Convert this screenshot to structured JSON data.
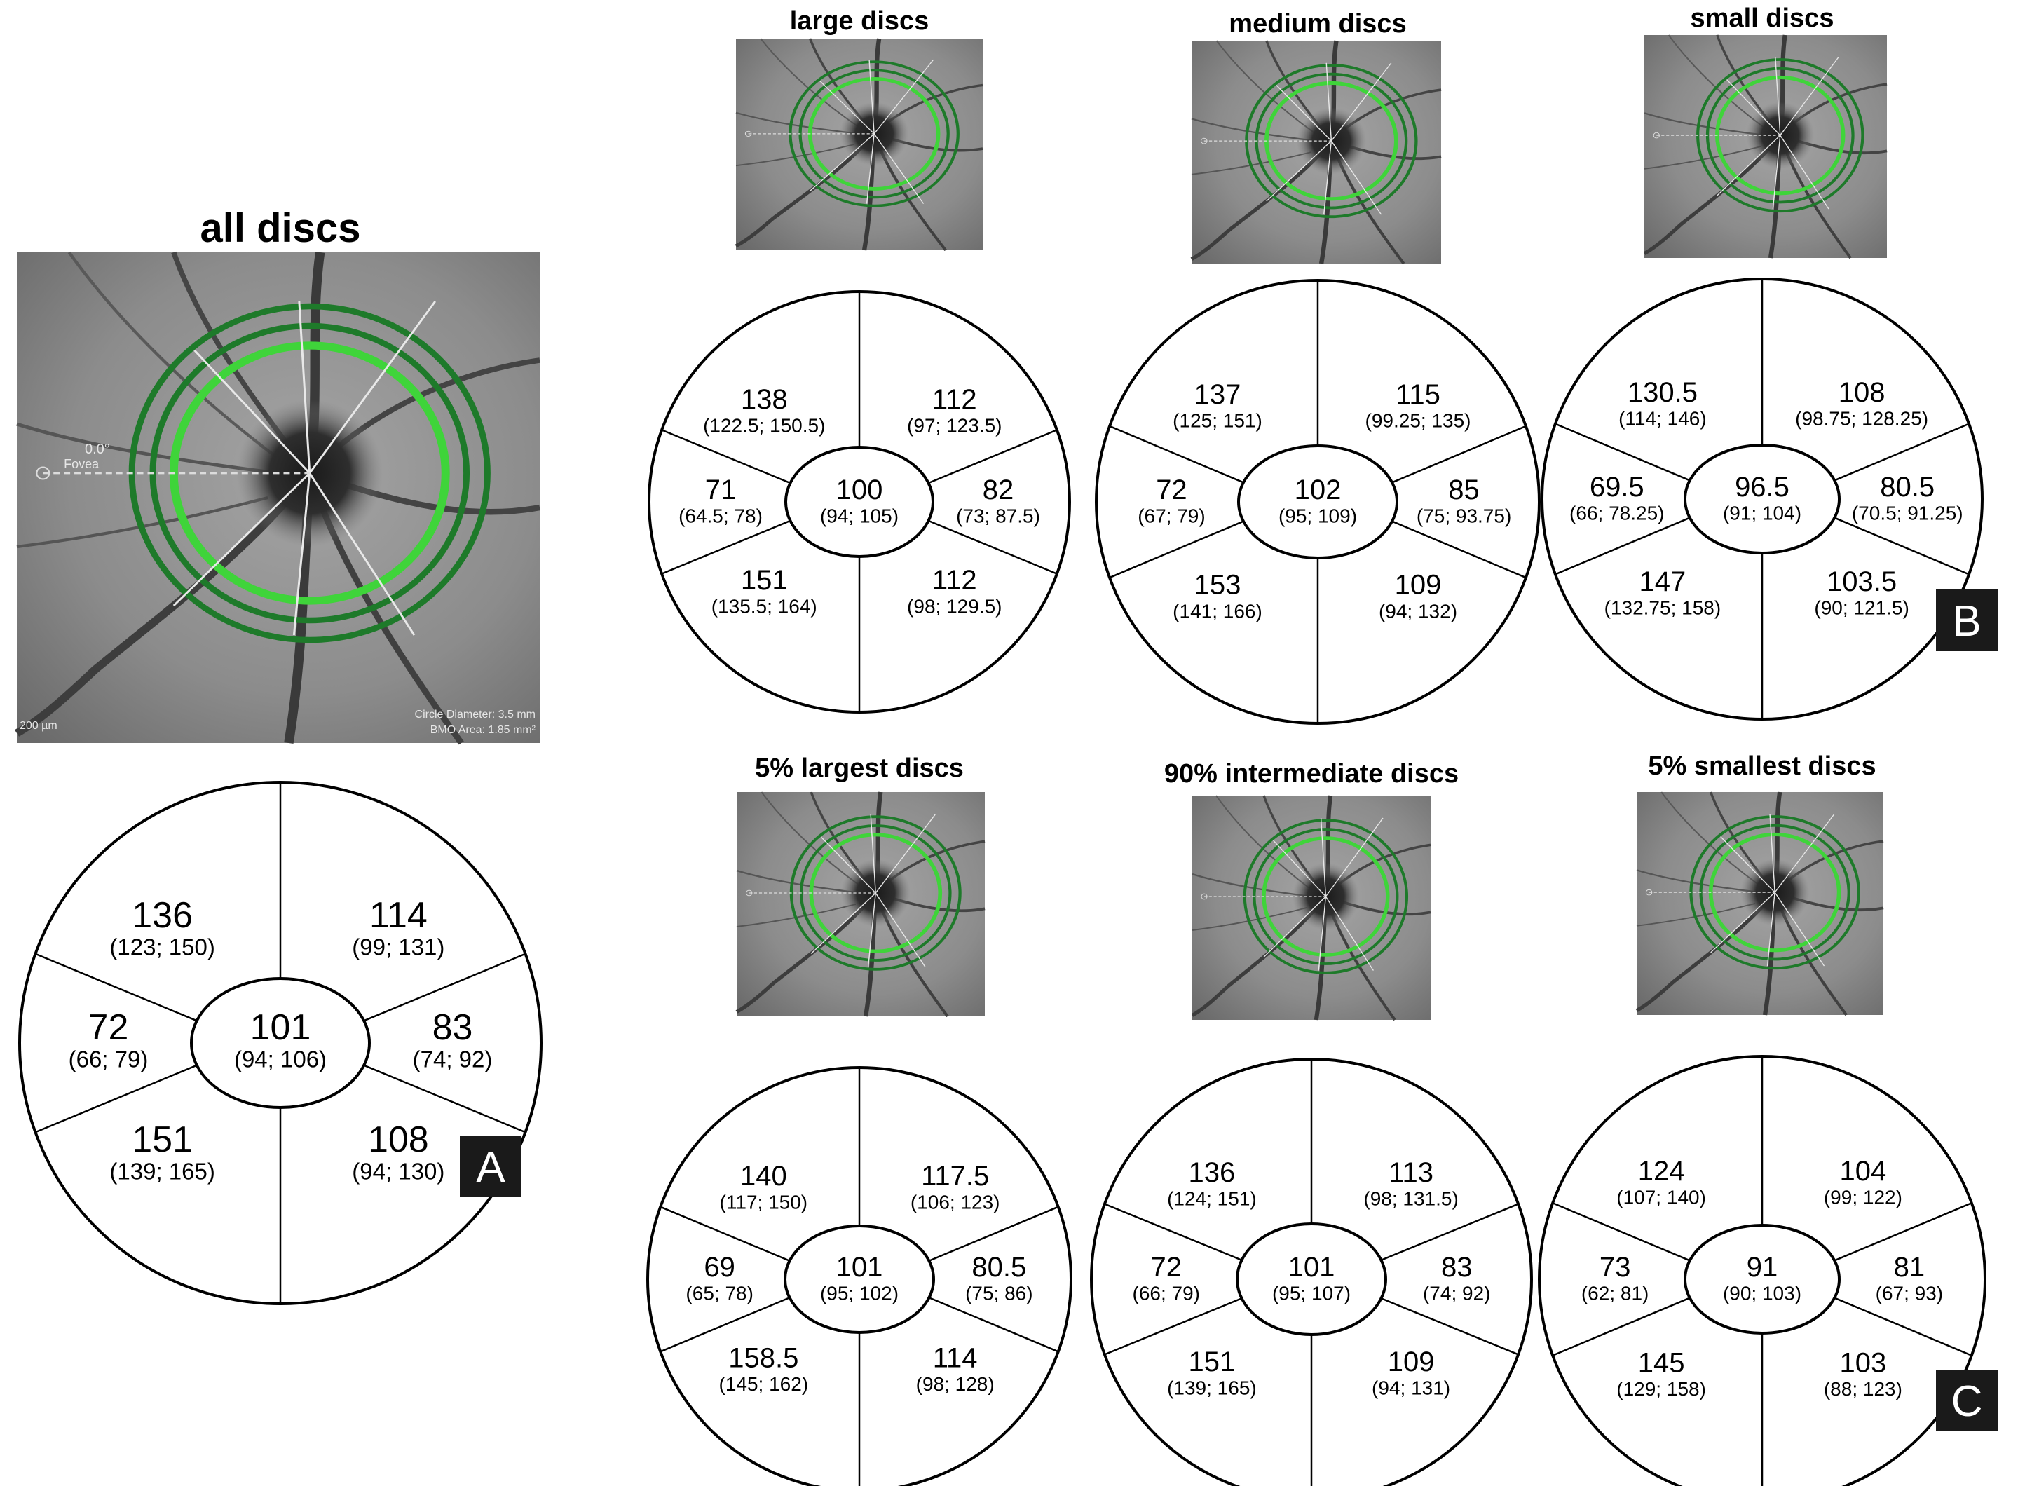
{
  "panels": [
    {
      "title": "all discs",
      "sectors": {
        "NS": {
          "value": "136",
          "iqr": "(123; 150)"
        },
        "TS": {
          "value": "114",
          "iqr": "(99; 131)"
        },
        "N": {
          "value": "72",
          "iqr": "(66; 79)"
        },
        "T": {
          "value": "83",
          "iqr": "(74; 92)"
        },
        "NI": {
          "value": "151",
          "iqr": "(139; 165)"
        },
        "TI": {
          "value": "108",
          "iqr": "(94; 130)"
        },
        "G": {
          "value": "101",
          "iqr": "(94; 106)"
        }
      }
    },
    {
      "title": "large discs",
      "sectors": {
        "NS": {
          "value": "138",
          "iqr": "(122.5; 150.5)"
        },
        "TS": {
          "value": "112",
          "iqr": "(97; 123.5)"
        },
        "N": {
          "value": "71",
          "iqr": "(64.5; 78)"
        },
        "T": {
          "value": "82",
          "iqr": "(73; 87.5)"
        },
        "NI": {
          "value": "151",
          "iqr": "(135.5; 164)"
        },
        "TI": {
          "value": "112",
          "iqr": "(98; 129.5)"
        },
        "G": {
          "value": "100",
          "iqr": "(94; 105)"
        }
      }
    },
    {
      "title": "medium discs",
      "sectors": {
        "NS": {
          "value": "137",
          "iqr": "(125; 151)"
        },
        "TS": {
          "value": "115",
          "iqr": "(99.25; 135)"
        },
        "N": {
          "value": "72",
          "iqr": "(67; 79)"
        },
        "T": {
          "value": "85",
          "iqr": "(75; 93.75)"
        },
        "NI": {
          "value": "153",
          "iqr": "(141; 166)"
        },
        "TI": {
          "value": "109",
          "iqr": "(94; 132)"
        },
        "G": {
          "value": "102",
          "iqr": "(95; 109)"
        }
      }
    },
    {
      "title": "small discs",
      "sectors": {
        "NS": {
          "value": "130.5",
          "iqr": "(114; 146)"
        },
        "TS": {
          "value": "108",
          "iqr": "(98.75; 128.25)"
        },
        "N": {
          "value": "69.5",
          "iqr": "(66; 78.25)"
        },
        "T": {
          "value": "80.5",
          "iqr": "(70.5; 91.25)"
        },
        "NI": {
          "value": "147",
          "iqr": "(132.75; 158)"
        },
        "TI": {
          "value": "103.5",
          "iqr": "(90; 121.5)"
        },
        "G": {
          "value": "96.5",
          "iqr": "(91; 104)"
        }
      }
    },
    {
      "title": "5% largest discs",
      "sectors": {
        "NS": {
          "value": "140",
          "iqr": "(117; 150)"
        },
        "TS": {
          "value": "117.5",
          "iqr": "(106; 123)"
        },
        "N": {
          "value": "69",
          "iqr": "(65; 78)"
        },
        "T": {
          "value": "80.5",
          "iqr": "(75; 86)"
        },
        "NI": {
          "value": "158.5",
          "iqr": "(145; 162)"
        },
        "TI": {
          "value": "114",
          "iqr": "(98; 128)"
        },
        "G": {
          "value": "101",
          "iqr": "(95; 102)"
        }
      }
    },
    {
      "title": "90% intermediate discs",
      "sectors": {
        "NS": {
          "value": "136",
          "iqr": "(124; 151)"
        },
        "TS": {
          "value": "113",
          "iqr": "(98; 131.5)"
        },
        "N": {
          "value": "72",
          "iqr": "(66; 79)"
        },
        "T": {
          "value": "83",
          "iqr": "(74; 92)"
        },
        "NI": {
          "value": "151",
          "iqr": "(139; 165)"
        },
        "TI": {
          "value": "109",
          "iqr": "(94; 131)"
        },
        "G": {
          "value": "101",
          "iqr": "(95; 107)"
        }
      }
    },
    {
      "title": "5% smallest discs",
      "sectors": {
        "NS": {
          "value": "124",
          "iqr": "(107; 140)"
        },
        "TS": {
          "value": "104",
          "iqr": "(99; 122)"
        },
        "N": {
          "value": "73",
          "iqr": "(62; 81)"
        },
        "T": {
          "value": "81",
          "iqr": "(67; 93)"
        },
        "NI": {
          "value": "145",
          "iqr": "(129; 158)"
        },
        "TI": {
          "value": "103",
          "iqr": "(88; 123)"
        },
        "G": {
          "value": "91",
          "iqr": "(90; 103)"
        }
      }
    }
  ],
  "fundus_image_text": {
    "fovea_label": "Fovea",
    "angle_label": "0.0°",
    "scale_label": "200 µm",
    "circle_diameter": "Circle Diameter: 3.5 mm",
    "bmo_area": "BMO Area: 1.85 mm²"
  },
  "panel_labels": {
    "A": "A",
    "B": "B",
    "C": "C"
  },
  "colors": {
    "ring_dark": "#1e7a2a",
    "ring_bright": "#3fd43a",
    "fundus_bg": "#8a8a8a",
    "vessel": "#3c3c3c",
    "label_bg": "#1a1a1a"
  }
}
